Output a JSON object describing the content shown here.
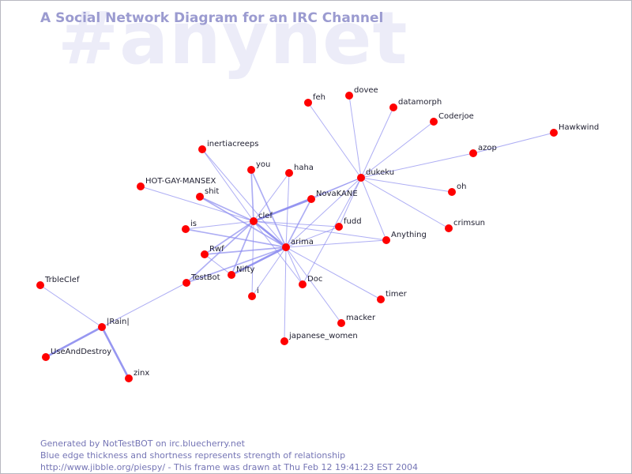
{
  "watermark": "#anynet",
  "title": "A Social Network Diagram for an IRC Channel",
  "footer": {
    "line1": "Generated by NotTestBOT on irc.bluecherry.net",
    "line2": "Blue edge thickness and shortness represents strength of relationship",
    "line3": "http://www.jibble.org/piespy/ - This frame was drawn at Thu Feb 12 19:41:23 EST 2004"
  },
  "colors": {
    "node": "#ff0000",
    "edge": "#8c8cf0",
    "title": "#9b9bd0",
    "watermark": "#ececf8"
  },
  "nodes": [
    "feh",
    "dovee",
    "datamorph",
    "Coderjoe",
    "Hawkwind",
    "azop",
    "dukeku",
    "oh",
    "crimsun",
    "inertiacreeps",
    "you",
    "haha",
    "HOT-GAY-MANSEX",
    "shit",
    "NovaKANE",
    "clef",
    "fudd",
    "is",
    "arima",
    "Anything",
    "Rwf",
    "Nifty",
    "TestBot",
    "Doc",
    "TrbleClef",
    "i",
    "timer",
    "|Rain|",
    "macker",
    "japanese_women",
    "UseAndDestroy",
    "zinx"
  ],
  "edges": [
    {
      "from": "dukeku",
      "to": "feh",
      "weight": 1
    },
    {
      "from": "dukeku",
      "to": "dovee",
      "weight": 1
    },
    {
      "from": "dukeku",
      "to": "datamorph",
      "weight": 1
    },
    {
      "from": "dukeku",
      "to": "Coderjoe",
      "weight": 1
    },
    {
      "from": "dukeku",
      "to": "azop",
      "weight": 1
    },
    {
      "from": "azop",
      "to": "Hawkwind",
      "weight": 1
    },
    {
      "from": "dukeku",
      "to": "oh",
      "weight": 1
    },
    {
      "from": "dukeku",
      "to": "crimsun",
      "weight": 1
    },
    {
      "from": "dukeku",
      "to": "Anything",
      "weight": 1
    },
    {
      "from": "dukeku",
      "to": "NovaKANE",
      "weight": 1
    },
    {
      "from": "dukeku",
      "to": "clef",
      "weight": 1
    },
    {
      "from": "dukeku",
      "to": "arima",
      "weight": 1
    },
    {
      "from": "dukeku",
      "to": "Doc",
      "weight": 1
    },
    {
      "from": "dukeku",
      "to": "fudd",
      "weight": 1
    },
    {
      "from": "clef",
      "to": "inertiacreeps",
      "weight": 1
    },
    {
      "from": "clef",
      "to": "you",
      "weight": 2
    },
    {
      "from": "clef",
      "to": "haha",
      "weight": 1
    },
    {
      "from": "clef",
      "to": "HOT-GAY-MANSEX",
      "weight": 1
    },
    {
      "from": "clef",
      "to": "shit",
      "weight": 2
    },
    {
      "from": "clef",
      "to": "NovaKANE",
      "weight": 3
    },
    {
      "from": "clef",
      "to": "fudd",
      "weight": 1
    },
    {
      "from": "clef",
      "to": "is",
      "weight": 1
    },
    {
      "from": "clef",
      "to": "arima",
      "weight": 3
    },
    {
      "from": "clef",
      "to": "Rwf",
      "weight": 2
    },
    {
      "from": "clef",
      "to": "Nifty",
      "weight": 2
    },
    {
      "from": "clef",
      "to": "TestBot",
      "weight": 2
    },
    {
      "from": "clef",
      "to": "Doc",
      "weight": 1
    },
    {
      "from": "clef",
      "to": "i",
      "weight": 1
    },
    {
      "from": "clef",
      "to": "Anything",
      "weight": 1
    },
    {
      "from": "arima",
      "to": "you",
      "weight": 2
    },
    {
      "from": "arima",
      "to": "haha",
      "weight": 1
    },
    {
      "from": "arima",
      "to": "inertiacreeps",
      "weight": 1
    },
    {
      "from": "arima",
      "to": "shit",
      "weight": 2
    },
    {
      "from": "arima",
      "to": "NovaKANE",
      "weight": 2
    },
    {
      "from": "arima",
      "to": "fudd",
      "weight": 1
    },
    {
      "from": "arima",
      "to": "is",
      "weight": 2
    },
    {
      "from": "arima",
      "to": "Rwf",
      "weight": 2
    },
    {
      "from": "arima",
      "to": "Nifty",
      "weight": 3
    },
    {
      "from": "arima",
      "to": "TestBot",
      "weight": 2
    },
    {
      "from": "arima",
      "to": "Doc",
      "weight": 1
    },
    {
      "from": "arima",
      "to": "i",
      "weight": 1
    },
    {
      "from": "arima",
      "to": "Anything",
      "weight": 1
    },
    {
      "from": "arima",
      "to": "macker",
      "weight": 1
    },
    {
      "from": "arima",
      "to": "timer",
      "weight": 1
    },
    {
      "from": "arima",
      "to": "japanese_women",
      "weight": 1
    },
    {
      "from": "Rwf",
      "to": "Nifty",
      "weight": 1
    },
    {
      "from": "TestBot",
      "to": "|Rain|",
      "weight": 1
    },
    {
      "from": "|Rain|",
      "to": "TrbleClef",
      "weight": 1
    },
    {
      "from": "|Rain|",
      "to": "UseAndDestroy",
      "weight": 3
    },
    {
      "from": "|Rain|",
      "to": "zinx",
      "weight": 3
    }
  ]
}
